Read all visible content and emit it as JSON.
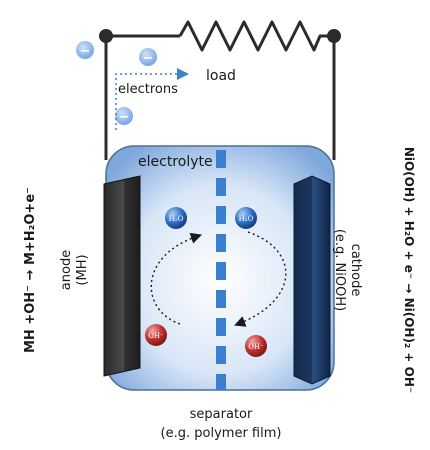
{
  "labels": {
    "load": "load",
    "electrons": "electrons",
    "electrolyte": "electrolyte",
    "anode_line1": "anode",
    "anode_line2": "(MH)",
    "cathode_line1": "cathode",
    "cathode_line2": "(e.g. NiOOH)",
    "separator_line1": "separator",
    "separator_line2": "(e.g. polymer film)"
  },
  "equations": {
    "anode": "MH +OH⁻ → M+H₂O+e⁻",
    "cathode": "NiO(OH) + H₂O + e⁻ → Ni(OH)₂ + OH⁻"
  },
  "molecules": {
    "water": "H₂O",
    "hydroxide": "OH⁻"
  },
  "electron_symbol": "−",
  "colors": {
    "wire": "#2b2b2b",
    "anode": "#3a3a3a",
    "cathode": "#1f3a63",
    "separator": "#3a7fd0",
    "electrolyte_center": "#ffffff",
    "electrolyte_edge": "#86aee0",
    "electron": "#7fb0e8",
    "water": "#2f6fc4",
    "hydroxide": "#c0302b",
    "arrow": "#3f7fc8"
  }
}
